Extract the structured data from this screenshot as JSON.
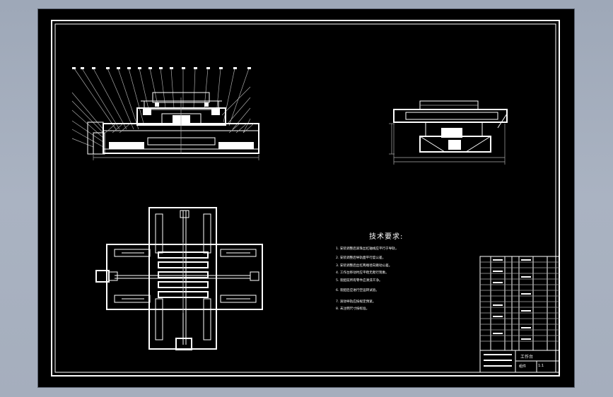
{
  "tech_requirements": {
    "title": "技术要求:",
    "items": [
      "1. 安装调整后滚珠丝杠轴线应平行于导轨，",
      "2. 安装调整后导轨面平行度公差，",
      "3. 安装调整后丝杠两端径向跳动公差。",
      "4. 工作台移动时应平稳无爬行现象。",
      "5. 装配前所有零件应清洗干净。",
      "6. 装配后应进行空运转试验。",
      "7. 滚动导轨应按规定预紧。",
      "8. 未注明尺寸按标准。"
    ]
  },
  "title_block": {
    "drawing_name": "工作台",
    "scale": "1:1",
    "material": "组件"
  },
  "colors": {
    "sheet": "#000000",
    "lines": "#ffffff",
    "viewport": "#a4adbc"
  }
}
